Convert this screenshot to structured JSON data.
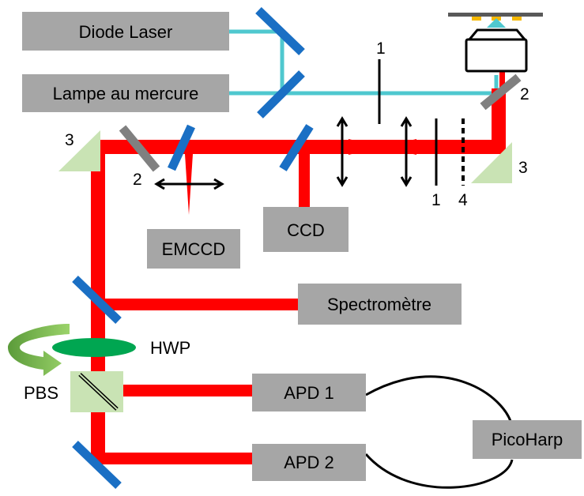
{
  "boxes": {
    "diode_laser": "Diode Laser",
    "lampe": "Lampe au mercure",
    "emccd": "EMCCD",
    "ccd": "CCD",
    "spectrometre": "Spectromètre",
    "apd1": "APD 1",
    "apd2": "APD 2",
    "picoharp": "PicoHarp"
  },
  "labels": {
    "hwp": "HWP",
    "pbs": "PBS",
    "num_1_top": "1",
    "num_1_bottom": "1",
    "num_2_left": "2",
    "num_2_right": "2",
    "num_3_left": "3",
    "num_3_right": "3",
    "num_4": "4"
  },
  "colors": {
    "beam_red": "#ff0000",
    "beam_cyan": "#4fc8cf",
    "mirror_blue": "#1a6fc4",
    "mirror_gray": "#808080",
    "prism_green": "#c9e3b4",
    "hwp_green": "#00a651",
    "arrow_green": "#70ad47",
    "box_gray": "#a6a6a6"
  }
}
